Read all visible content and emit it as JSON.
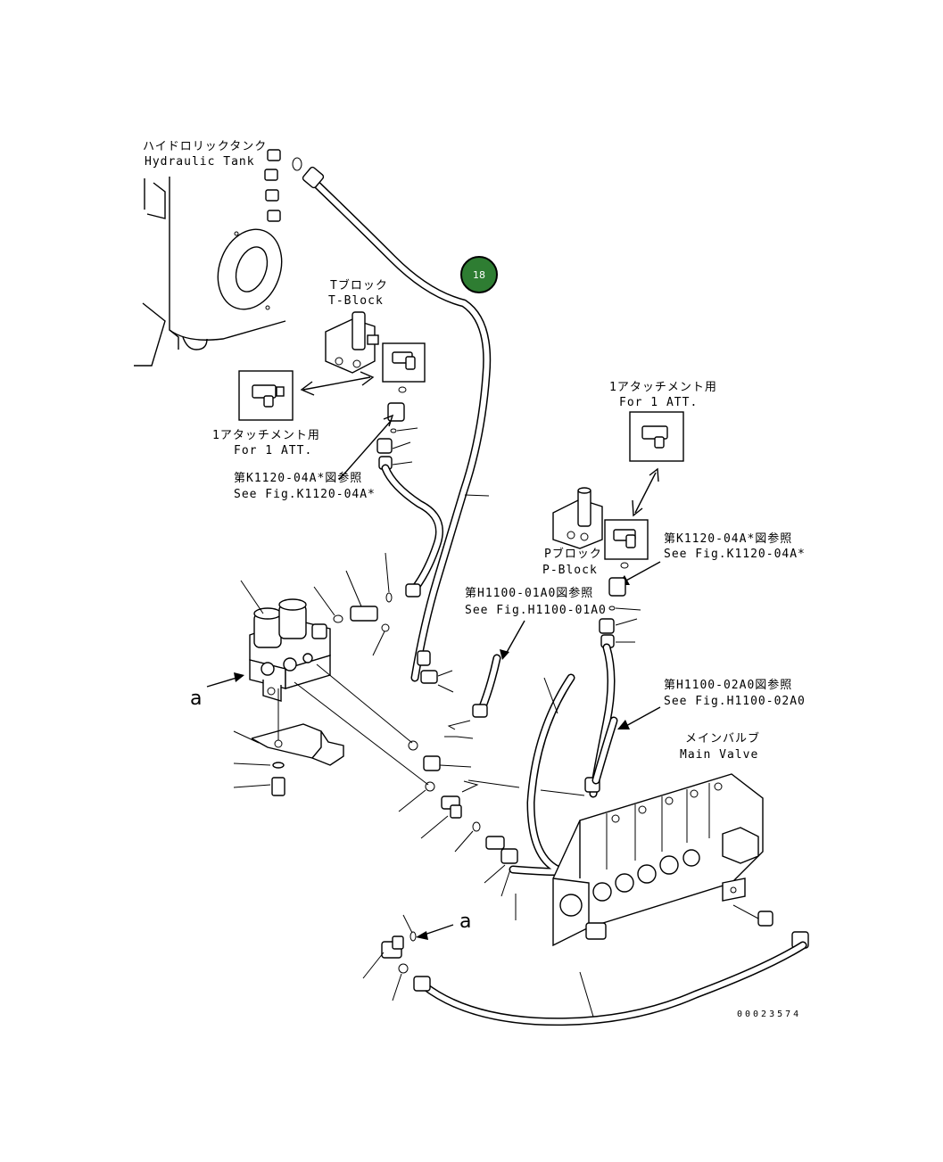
{
  "labels": {
    "hydraulic_tank_jp": "ハイドロリックタンク",
    "hydraulic_tank_en": "Hydraulic Tank",
    "t_block_jp": "Tブロック",
    "t_block_en": "T-Block",
    "att_left_jp": "1アタッチメント用",
    "att_left_en": "For 1 ATT.",
    "ref_k_left_jp": "第K1120-04A*図参照",
    "ref_k_left_en": "See Fig.K1120-04A*",
    "att_right_jp": "1アタッチメント用",
    "att_right_en": "For 1 ATT.",
    "p_block_jp": "Pブロック",
    "p_block_en": "P-Block",
    "ref_k_right_jp": "第K1120-04A*図参照",
    "ref_k_right_en": "See Fig.K1120-04A*",
    "ref_h01_jp": "第H1100-01A0図参照",
    "ref_h01_en": "See Fig.H1100-01A0",
    "ref_h02_jp": "第H1100-02A0図参照",
    "ref_h02_en": "See Fig.H1100-02A0",
    "main_valve_jp": "メインバルブ",
    "main_valve_en": "Main Valve",
    "view_a_left": "a",
    "view_a_bottom": "a",
    "drawing_number": "00023574"
  },
  "callout": {
    "number": "18",
    "color": "#2e7d32"
  }
}
